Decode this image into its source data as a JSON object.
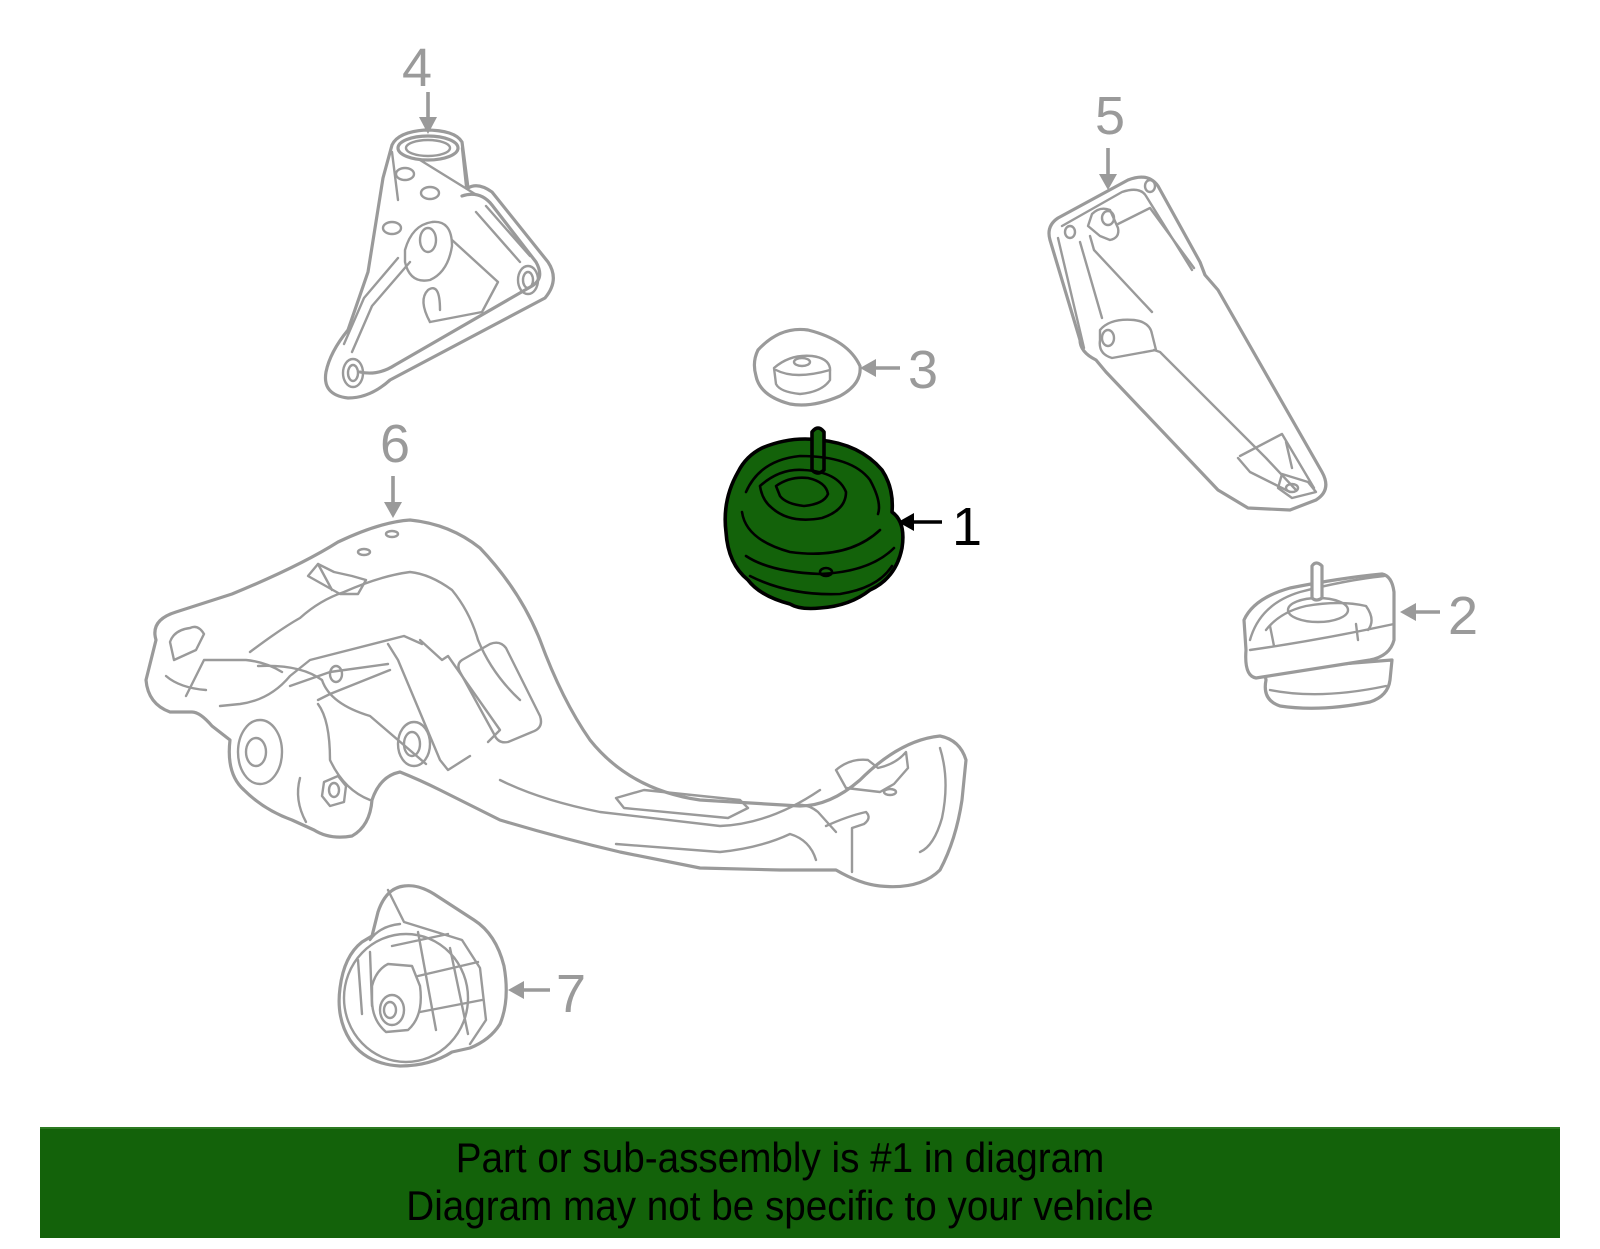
{
  "diagram": {
    "highlighted_part": "1",
    "colors": {
      "highlight_fill": "#13620a",
      "highlight_outline": "#000000",
      "part_outline": "#9a9a9a",
      "background": "#ffffff",
      "banner": "#13620a",
      "banner_text": "#000000"
    },
    "callouts": [
      {
        "number": "1",
        "part": "engine-mount",
        "highlighted": true
      },
      {
        "number": "2",
        "part": "engine-mount-alt",
        "highlighted": false
      },
      {
        "number": "3",
        "part": "mount-cushion-washer",
        "highlighted": false
      },
      {
        "number": "4",
        "part": "engine-mount-bracket-left",
        "highlighted": false
      },
      {
        "number": "5",
        "part": "engine-mount-bracket-right",
        "highlighted": false
      },
      {
        "number": "6",
        "part": "front-crossmember",
        "highlighted": false
      },
      {
        "number": "7",
        "part": "crossmember-bushing",
        "highlighted": false
      }
    ]
  },
  "banner": {
    "line1": "Part or sub-assembly is #1 in diagram",
    "line2": "Diagram may not be specific to your vehicle"
  }
}
